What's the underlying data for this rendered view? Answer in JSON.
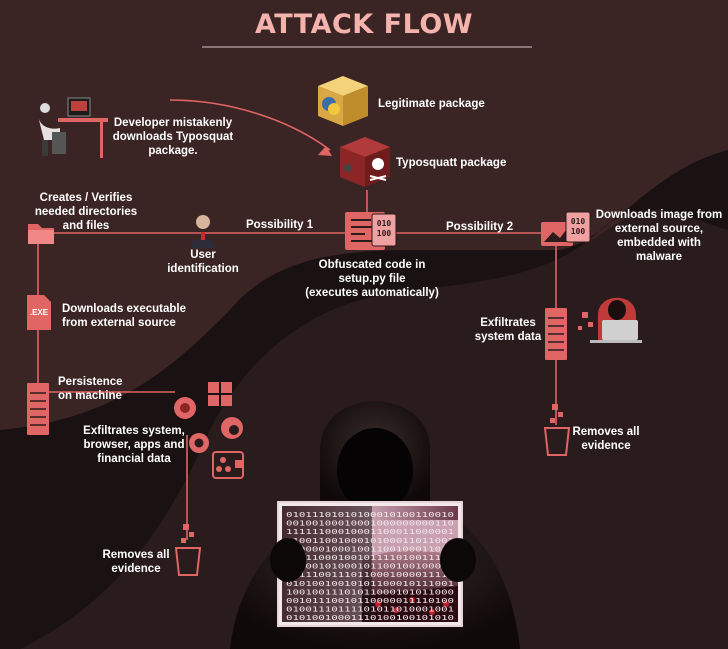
{
  "title": "ATTACK FLOW",
  "labels": {
    "developer": "Developer mistakenly\ndownloads Typosquat\npackage.",
    "legit": "Legitimate package",
    "typo": "Typosquatt package",
    "creates": "Creates / Verifies\nneeded directories\nand files",
    "possibility1": "Possibility 1",
    "possibility2": "Possibility 2",
    "userid": "User\nidentification",
    "obfuscated": "Obfuscated code in\nsetup.py file\n(executes automatically)",
    "downloads_image": "Downloads image from\nexternal source,\nembedded with\nmalware",
    "downloads_exe": "Downloads executable\nfrom external source",
    "exfil_sys": "Exfiltrates\nsystem data",
    "persistence": "Persistence\non machine",
    "exfil_fin": "Exfiltrates system,\nbrowser, apps and\nfinancial data",
    "removes_left": "Removes all\nevidence",
    "removes_right": "Removes all\nevidence",
    "exe_badge": ".EXE"
  },
  "binary_lines": [
    "01011101010100010100110010",
    "00100100010001000000000110",
    "11111100010001100011000001",
    "01001100100010100011011001",
    "01000010001001100100011010",
    "10011000100101111010011101",
    "01000101000101100100100010",
    "11111001110110001000011110",
    "01010010010101100010111001",
    "10010011101011000101011000",
    "00101110010110000011110100",
    "01001110111101011010001001",
    "01010010001110100100101010"
  ],
  "colors": {
    "background": "#2a1b1c",
    "accent": "#e06565",
    "title": "#f5b3ad",
    "wave": "#3b2424",
    "band": "#1a1112"
  }
}
